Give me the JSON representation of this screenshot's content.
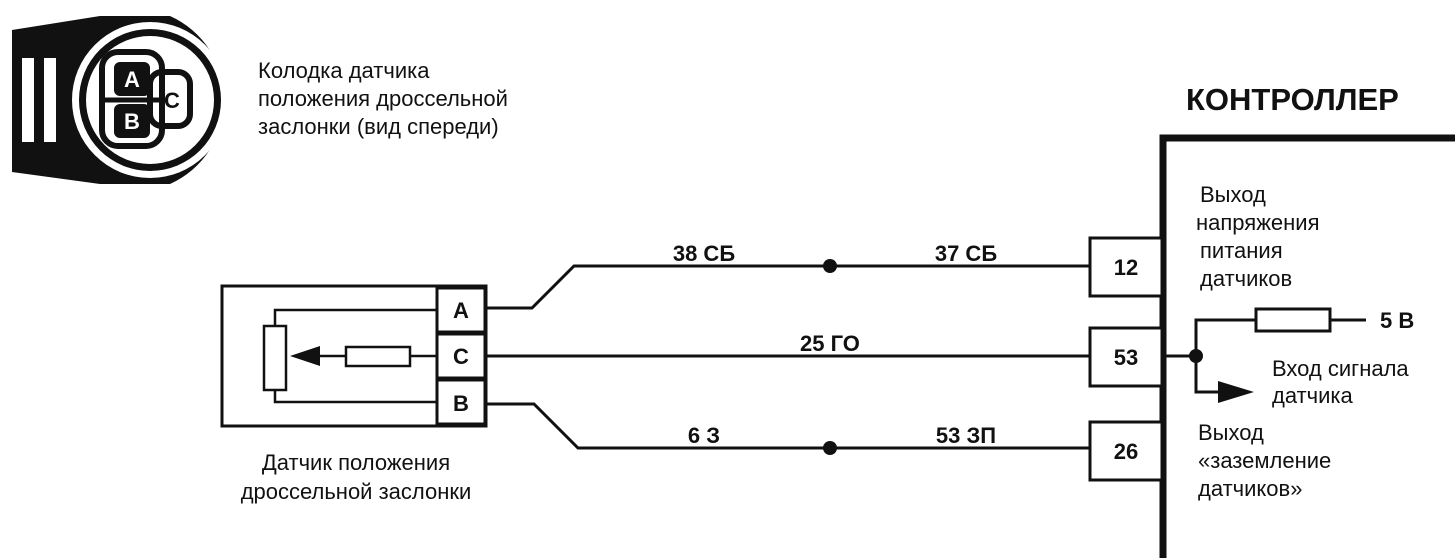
{
  "connector_caption": [
    "Колодка  датчика",
    "положения дроссельной",
    "заслонки (вид спереди)"
  ],
  "connector_pins": {
    "a": "A",
    "b": "B",
    "c": "C"
  },
  "sensor_pins": {
    "a": "A",
    "c": "C",
    "b": "B"
  },
  "sensor_caption": [
    "Датчик положения",
    "дроссельной заслонки"
  ],
  "controller_title": "КОНТРОЛЛЕР",
  "controller_pins": {
    "p12": "12",
    "p53": "53",
    "p26": "26"
  },
  "wires": {
    "a_left": "38 СБ",
    "a_right": "37 СБ",
    "c_mid": "25 ГО",
    "b_left": "6 З",
    "b_right": "53 ЗП"
  },
  "controller_labels": {
    "supply": [
      "Выход",
      "напряжения",
      "питания",
      "датчиков"
    ],
    "voltage": "5 В",
    "signal": [
      "Вход сигнала",
      "датчика"
    ],
    "ground": [
      "Выход",
      "«заземление",
      "датчиков»"
    ]
  },
  "colors": {
    "ink": "#111111",
    "paper": "#ffffff"
  }
}
